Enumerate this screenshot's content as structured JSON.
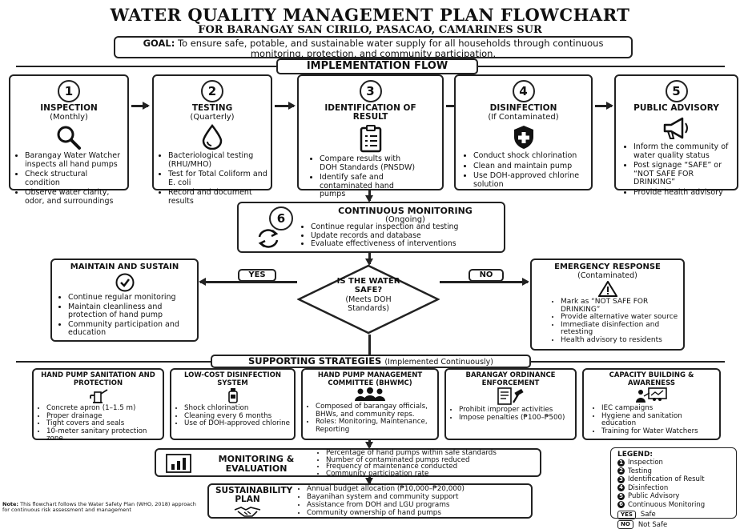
{
  "header": {
    "title": "WATER QUALITY MANAGEMENT PLAN FLOWCHART",
    "subtitle": "FOR BARANGAY SAN CIRILO, PASACAO, CAMARINES SUR",
    "goal_label": "GOAL:",
    "goal_text": "To ensure safe, potable, and sustainable water supply for all households through continuous monitoring, protection, and community participation."
  },
  "implementation_flow_label": "IMPLEMENTATION FLOW",
  "steps": [
    {
      "num": "1",
      "title": "INSPECTION",
      "sub": "(Monthly)",
      "icon": "magnifier-icon",
      "bullets": [
        "Barangay Water Watcher inspects all hand pumps",
        "Check structural condition",
        "Observe water clarity, odor, and surroundings"
      ]
    },
    {
      "num": "2",
      "title": "TESTING",
      "sub": "(Quarterly)",
      "icon": "water-drop-icon",
      "bullets": [
        "Bacteriological testing (RHU/MHO)",
        "Test for Total Coliform and E. coli",
        "Record and document results"
      ]
    },
    {
      "num": "3",
      "title": "IDENTIFICATION OF RESULT",
      "sub": "",
      "icon": "clipboard-checklist-icon",
      "bullets": [
        "Compare results with DOH Standards (PNSDW)",
        "Identify safe and contaminated hand pumps"
      ]
    },
    {
      "num": "4",
      "title": "DISINFECTION",
      "sub": "(If Contaminated)",
      "icon": "shield-cross-icon",
      "bullets": [
        "Conduct shock chlorination",
        "Clean and maintain pump",
        "Use DOH-approved chlorine solution"
      ]
    },
    {
      "num": "5",
      "title": "PUBLIC ADVISORY",
      "sub": "",
      "icon": "megaphone-icon",
      "bullets": [
        "Inform the community of water quality status",
        "Post signage “SAFE” or “NOT SAFE FOR DRINKING”",
        "Provide health advisory"
      ]
    }
  ],
  "monitoring": {
    "num": "6",
    "title": "CONTINUOUS MONITORING",
    "sub": "(Ongoing)",
    "icon": "refresh-cycle-icon",
    "bullets": [
      "Continue regular inspection and testing",
      "Update records and database",
      "Evaluate effectiveness of interventions"
    ]
  },
  "decision": {
    "question": "IS THE WATER SAFE?",
    "sub": "(Meets DOH Standards)",
    "yes": "YES",
    "no": "NO"
  },
  "maintain": {
    "title": "MAINTAIN AND SUSTAIN",
    "icon": "checkmark-circle-icon",
    "bullets": [
      "Continue regular monitoring",
      "Maintain cleanliness and protection of hand pump",
      "Community participation and education"
    ]
  },
  "emergency": {
    "title": "EMERGENCY RESPONSE",
    "sub": "(Contaminated)",
    "icon": "warning-triangle-icon",
    "bullets": [
      "Mark as “NOT SAFE FOR DRINKING”",
      "Provide alternative water source",
      "Immediate disinfection and retesting",
      "Health advisory to residents"
    ]
  },
  "supporting": {
    "label": "SUPPORTING STRATEGIES",
    "label_sub": "(Implemented Continuously)",
    "items": [
      {
        "title": "HAND PUMP SANITATION AND PROTECTION",
        "icon": "hand-pump-icon",
        "bullets": [
          "Concrete apron (1–1.5 m)",
          "Proper drainage",
          "Tight covers and seals",
          "10-meter sanitary protection zone"
        ]
      },
      {
        "title": "LOW-COST DISINFECTION SYSTEM",
        "icon": "chlorine-bottle-icon",
        "bullets": [
          "Shock chlorination",
          "Cleaning every 6 months",
          "Use of DOH-approved chlorine"
        ]
      },
      {
        "title": "HAND PUMP MANAGEMENT COMMITTEE (BHWMC)",
        "icon": "group-people-icon",
        "bullets": [
          "Composed of barangay officials, BHWs, and community reps.",
          "Roles: Monitoring, Maintenance, Reporting"
        ]
      },
      {
        "title": "BARANGAY ORDINANCE ENFORCEMENT",
        "icon": "document-gavel-icon",
        "bullets": [
          "Prohibit improper activities",
          "Impose penalties (₱100–₱500)"
        ]
      },
      {
        "title": "CAPACITY BUILDING & AWARENESS",
        "icon": "presentation-board-icon",
        "bullets": [
          "IEC campaigns",
          "Hygiene and sanitation education",
          "Training for Water Watchers"
        ]
      }
    ]
  },
  "evaluation": {
    "title": "MONITORING & EVALUATION",
    "icon": "bar-chart-icon",
    "bullets": [
      "Percentage of hand pumps within safe standards",
      "Number of contaminated pumps reduced",
      "Frequency of maintenance conducted",
      "Community participation rate"
    ]
  },
  "sustainability": {
    "title": "SUSTAINABILITY PLAN",
    "icon": "handshake-icon",
    "bullets": [
      "Annual budget allocation (₱10,000–₱20,000)",
      "Bayanihan system and community support",
      "Assistance from DOH and LGU programs",
      "Community ownership of hand pumps"
    ]
  },
  "note": {
    "label": "Note:",
    "text": "This flowchart follows the Water Safety Plan (WHO, 2018) approach for continuous risk assessment and management"
  },
  "legend": {
    "title": "LEGEND:",
    "items": [
      {
        "mark": "1",
        "label": "Inspection"
      },
      {
        "mark": "2",
        "label": "Testing"
      },
      {
        "mark": "3",
        "label": "Identification of Result"
      },
      {
        "mark": "4",
        "label": "Disinfection"
      },
      {
        "mark": "5",
        "label": "Public Advisory"
      },
      {
        "mark": "6",
        "label": "Continuous Monitoring"
      }
    ],
    "yes_mark": "YES",
    "yes_label": "Safe",
    "no_mark": "NO",
    "no_label": "Not Safe"
  }
}
